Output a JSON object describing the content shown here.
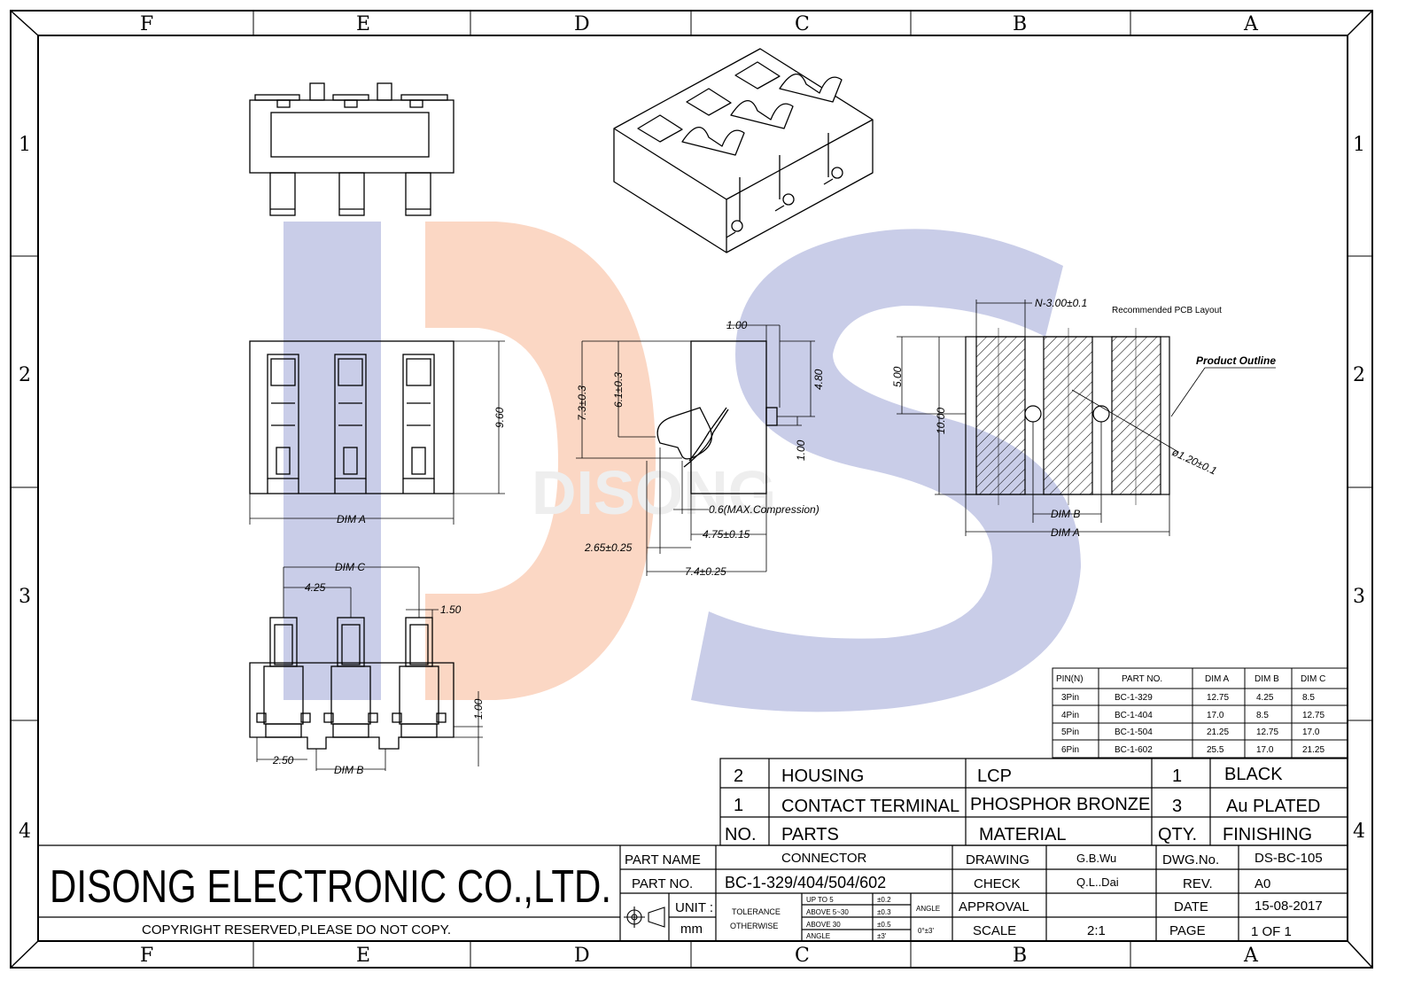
{
  "frame": {
    "columns": [
      "F",
      "E",
      "D",
      "C",
      "B",
      "A"
    ],
    "rows": [
      "1",
      "2",
      "3",
      "4"
    ]
  },
  "watermark": {
    "text": "DISONG",
    "colors": {
      "blue": "#c9cde8",
      "orange": "#fbd7c4"
    }
  },
  "pcb": {
    "title": "Recommended PCB Layout",
    "product_outline": "Product Outline",
    "pitch": "N-3.00±0.1",
    "hole": "ø1.20±0.1",
    "h5": "5.00",
    "h10": "10.00",
    "dim_b": "DIM B",
    "dim_a": "DIM A"
  },
  "side_view": {
    "d_100_top": "1.00",
    "d_73": "7.3±0.3",
    "d_61": "6.1±0.3",
    "d_480": "4.80",
    "d_100_right": "1.00",
    "d_06": "0.6(MAX.Compression)",
    "d_475": "4.75±0.15",
    "d_265": "2.65±0.25",
    "d_74": "7.4±0.25"
  },
  "front_view": {
    "d_960": "9.60",
    "dim_a": "DIM A"
  },
  "bottom_view": {
    "dim_c": "DIM C",
    "d_425": "4.25",
    "d_150": "1.50",
    "d_100": "1.00",
    "d_250": "2.50",
    "dim_b": "DIM B"
  },
  "pin_table": {
    "headers": [
      "PIN(N)",
      "PART NO.",
      "DIM A",
      "DIM B",
      "DIM C"
    ],
    "rows": [
      [
        "3Pin",
        "BC-1-329",
        "12.75",
        "4.25",
        "8.5"
      ],
      [
        "4Pin",
        "BC-1-404",
        "17.0",
        "8.5",
        "12.75"
      ],
      [
        "5Pin",
        "BC-1-504",
        "21.25",
        "12.75",
        "17.0"
      ],
      [
        "6Pin",
        "BC-1-602",
        "25.5",
        "17.0",
        "21.25"
      ]
    ]
  },
  "bom": {
    "rows": [
      {
        "no": "2",
        "part": "HOUSING",
        "material": "LCP",
        "qty": "1",
        "finishing": "BLACK"
      },
      {
        "no": "1",
        "part": "CONTACT TERMINAL",
        "material": "PHOSPHOR BRONZE",
        "qty": "3",
        "finishing": "Au PLATED"
      }
    ],
    "header": {
      "no": "NO.",
      "part": "PARTS",
      "material": "MATERIAL",
      "qty": "QTY.",
      "finishing": "FINISHING"
    }
  },
  "title_block": {
    "company": "DISONG ELECTRONIC CO.,LTD.",
    "copyright": "COPYRIGHT RESERVED,PLEASE DO NOT COPY.",
    "part_name_label": "PART NAME",
    "part_name": "CONNECTOR",
    "part_no_label": "PART NO.",
    "part_no": "BC-1-329/404/504/602",
    "unit_label": "UNIT :",
    "unit": "mm",
    "tolerance_label": "TOLERANCE",
    "otherwise_label": "OTHERWISE",
    "tol_up5": "UP TO 5",
    "tol_up5_val": "±0.2",
    "tol_5_30": "ABOVE 5~30",
    "tol_5_30_val": "±0.3",
    "tol_30": "ABOVE 30",
    "tol_30_val": "±0.5",
    "tol_angle": "ANGLE",
    "tol_angle_val": "±3'",
    "angle_label": "ANGLE",
    "angle_val": "0°±3'",
    "drawing_label": "DRAWING",
    "drawing": "G.B.Wu",
    "check_label": "CHECK",
    "check": "Q.L..Dai",
    "approval_label": "APPROVAL",
    "approval": "",
    "scale_label": "SCALE",
    "scale": "2:1",
    "dwg_no_label": "DWG.No.",
    "dwg_no": "DS-BC-105",
    "rev_label": "REV.",
    "rev": "A0",
    "date_label": "DATE",
    "date": "15-08-2017",
    "page_label": "PAGE",
    "page": "1 OF 1"
  }
}
